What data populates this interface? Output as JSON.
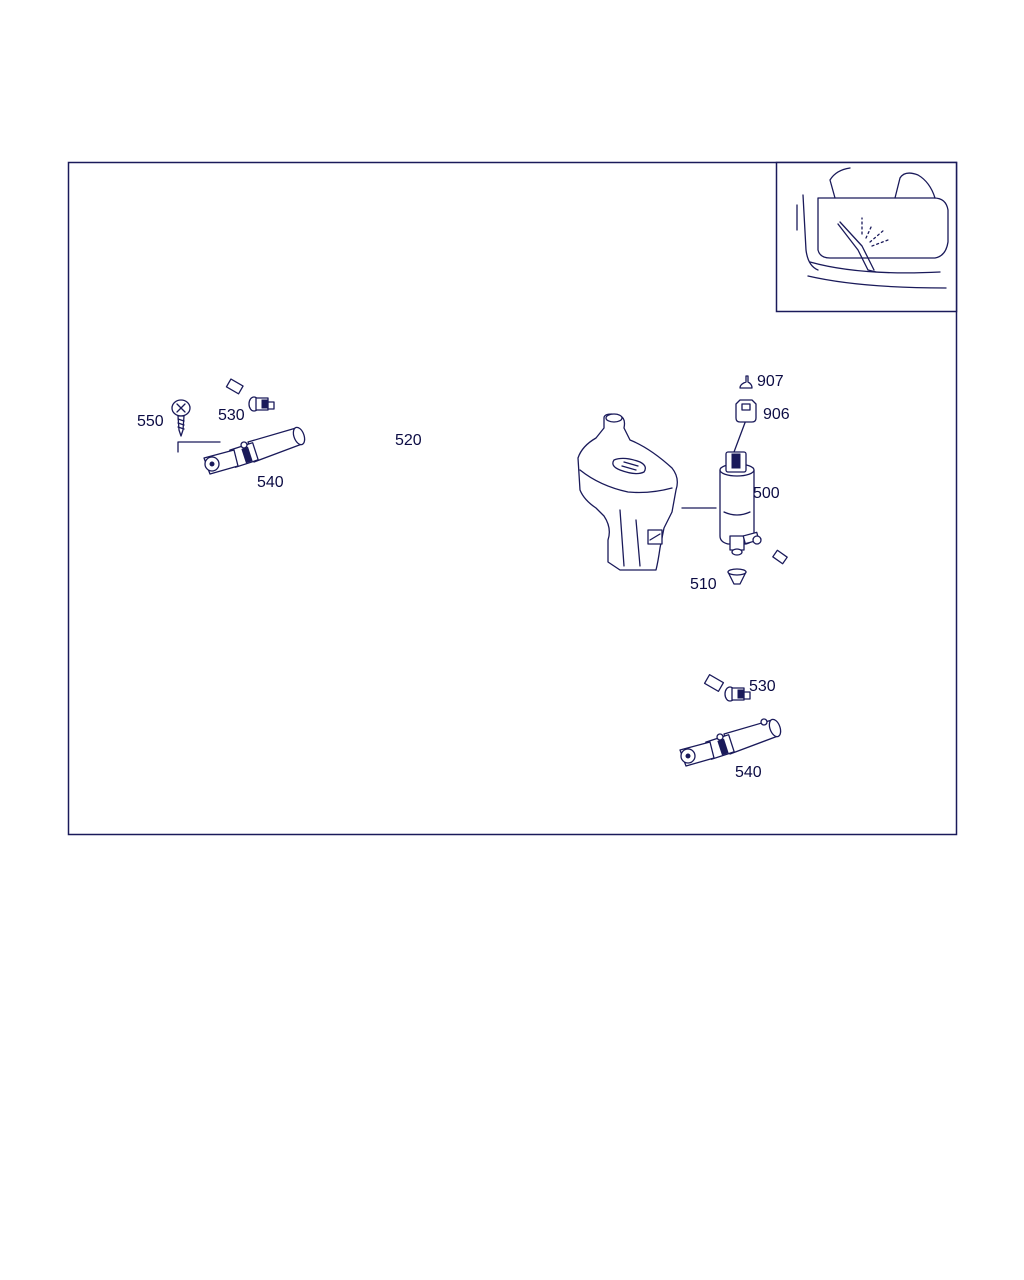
{
  "diagram": {
    "labels": {
      "p907": "907",
      "p906": "906",
      "p500": "500",
      "p510": "510",
      "p520": "520",
      "p530_left": "530",
      "p540_left": "540",
      "p550": "550",
      "p530_right": "530",
      "p540_right": "540"
    },
    "colors": {
      "line": "#1a1a5a",
      "label": "#0c0c44",
      "background": "#ffffff"
    }
  }
}
